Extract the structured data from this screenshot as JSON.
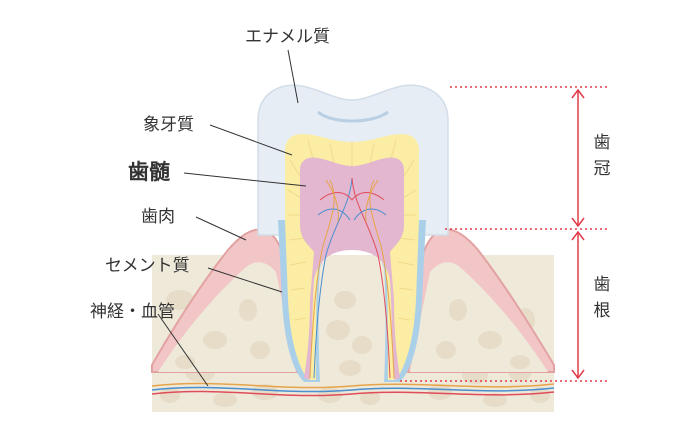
{
  "labels": {
    "enamel": "エナメル質",
    "dentin": "象牙質",
    "pulp": "歯髄",
    "gum": "歯肉",
    "cementum": "セメント質",
    "nerve_vessel": "神経・血管"
  },
  "sections": {
    "crown": [
      "歯",
      "冠"
    ],
    "root": [
      "歯",
      "根"
    ]
  },
  "colors": {
    "highlight": "#e8474f",
    "marker": "#e23b4a",
    "enamel": "#e6edf4",
    "dentin": "#fbeda4",
    "pulp": "#e3b7cf",
    "gum": "#f2c6c6",
    "gum_edge": "#e3a2a2",
    "bone": "#efe9da",
    "bone_cell": "#e6dcc7",
    "cementum": "#a9cfe9",
    "nerve": "#e6a44a"
  }
}
